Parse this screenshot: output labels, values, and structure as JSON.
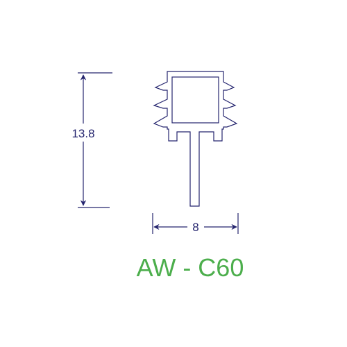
{
  "product": {
    "code": "AW - C60"
  },
  "dimensions": {
    "height_label": "13.8",
    "width_label": "8"
  },
  "colors": {
    "outline": "#24246e",
    "product_code": "#4cae4c",
    "background": "#ffffff"
  }
}
